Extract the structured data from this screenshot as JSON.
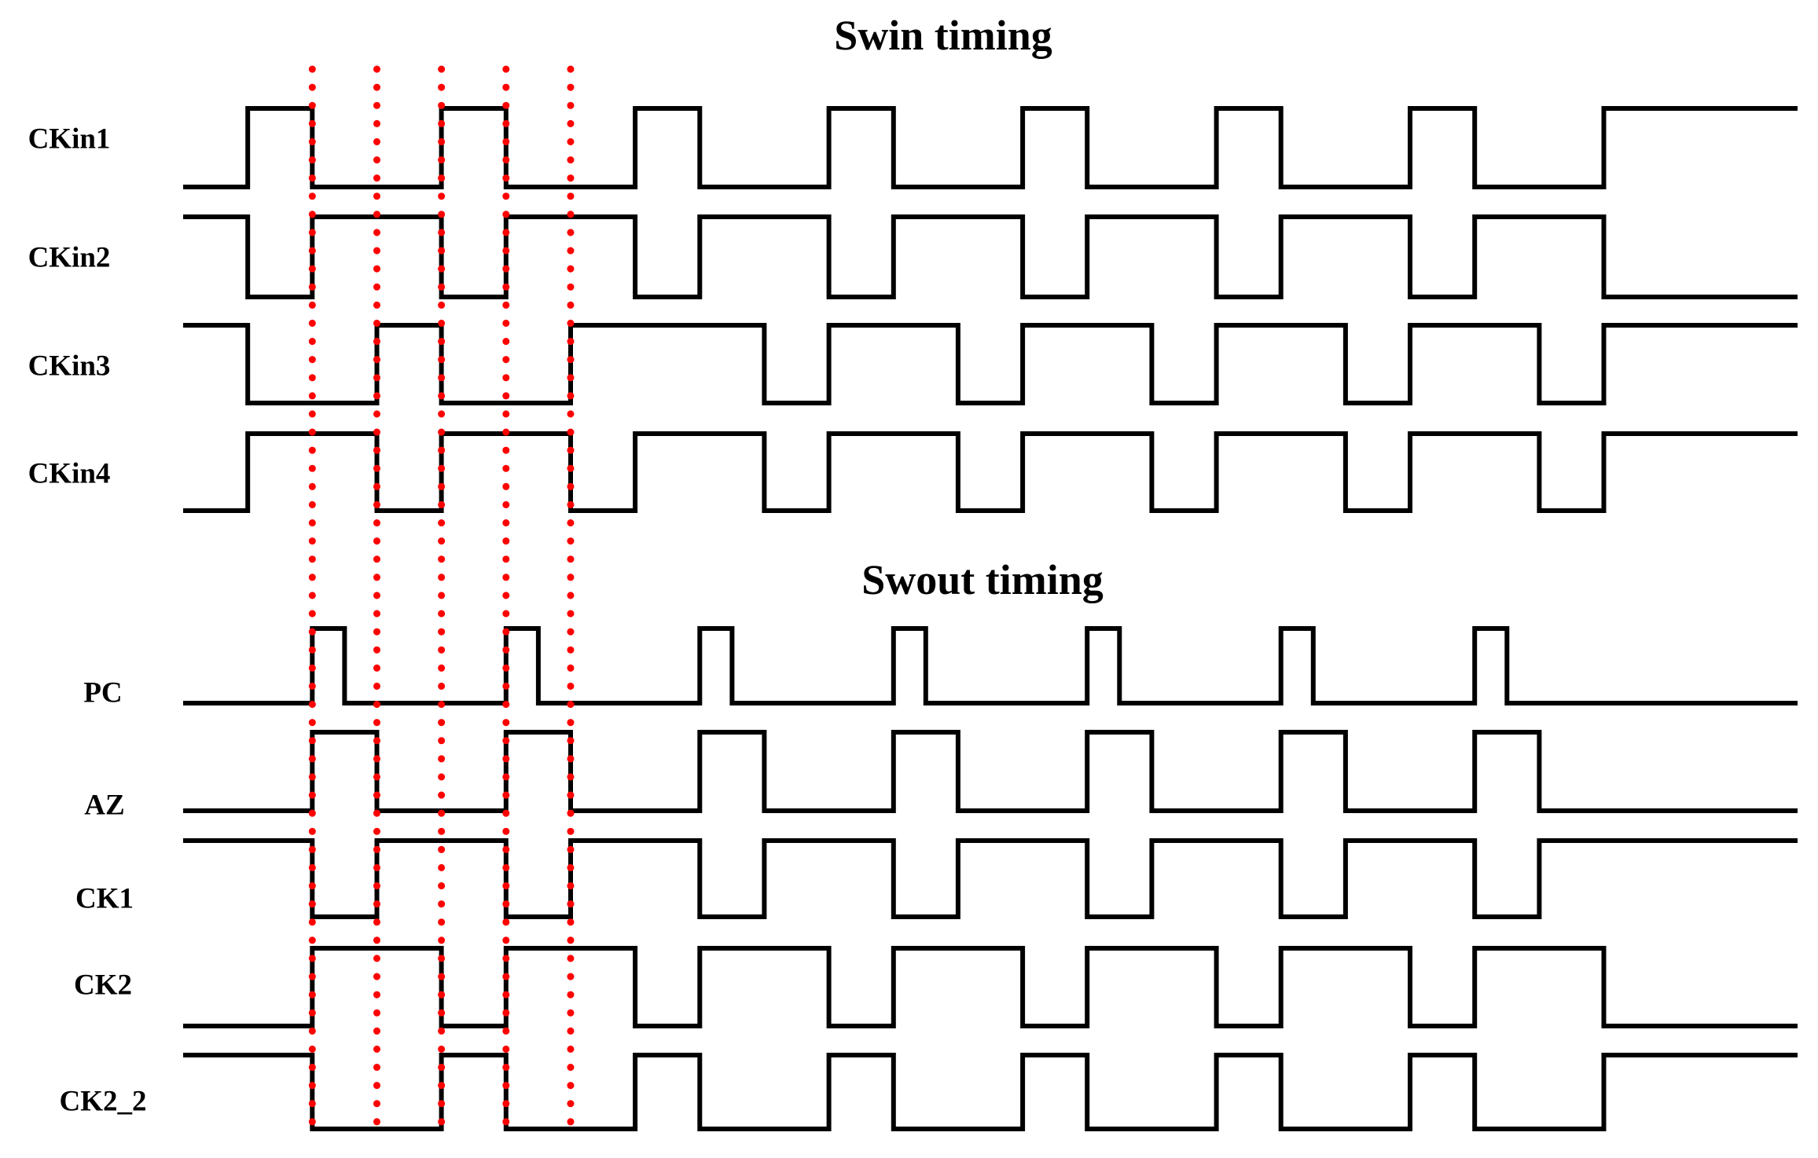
{
  "sections": [
    {
      "id": "swin",
      "title": "Swin timing"
    },
    {
      "id": "swout",
      "title": "Swout timing"
    }
  ],
  "colors": {
    "trace": "#000000",
    "marker": "#ff0000",
    "background": "#ffffff"
  },
  "diagram": {
    "type": "timing-diagram",
    "x_range": [
      0,
      1000
    ],
    "marker_lines": [
      80,
      120,
      160,
      200,
      240
    ],
    "signals": [
      {
        "name": "CKin1",
        "group": "swin",
        "initial": 0,
        "transitions": [
          40,
          80,
          160,
          200,
          280,
          320,
          400,
          440,
          520,
          560,
          640,
          680,
          760,
          800,
          880
        ]
      },
      {
        "name": "CKin2",
        "group": "swin",
        "initial": 1,
        "transitions": [
          40,
          80,
          160,
          200,
          280,
          320,
          400,
          440,
          520,
          560,
          640,
          680,
          760,
          800,
          880
        ]
      },
      {
        "name": "CKin3",
        "group": "swin",
        "initial": 1,
        "transitions": [
          40,
          120,
          160,
          240,
          360,
          400,
          480,
          520,
          600,
          640,
          720,
          760,
          840,
          880
        ]
      },
      {
        "name": "CKin4",
        "group": "swin",
        "initial": 0,
        "transitions": [
          40,
          120,
          160,
          240,
          280,
          360,
          400,
          480,
          520,
          600,
          640,
          720,
          760,
          840,
          880
        ]
      },
      {
        "name": "PC",
        "group": "swout",
        "initial": 0,
        "transitions": [
          80,
          100,
          200,
          220,
          320,
          340,
          440,
          460,
          560,
          580,
          680,
          700,
          800,
          820
        ]
      },
      {
        "name": "AZ",
        "group": "swout",
        "initial": 0,
        "transitions": [
          80,
          120,
          200,
          240,
          320,
          360,
          440,
          480,
          560,
          600,
          680,
          720,
          800,
          840
        ]
      },
      {
        "name": "CK1",
        "group": "swout",
        "initial": 1,
        "transitions": [
          80,
          120,
          200,
          240,
          320,
          360,
          440,
          480,
          560,
          600,
          680,
          720,
          800,
          840
        ]
      },
      {
        "name": "CK2",
        "group": "swout",
        "initial": 0,
        "transitions": [
          80,
          160,
          200,
          280,
          320,
          400,
          440,
          520,
          560,
          640,
          680,
          760,
          800,
          880
        ]
      },
      {
        "name": "CK2_2",
        "group": "swout",
        "initial": 1,
        "transitions": [
          80,
          160,
          200,
          280,
          320,
          400,
          440,
          520,
          560,
          640,
          680,
          760,
          800,
          880
        ]
      }
    ]
  }
}
